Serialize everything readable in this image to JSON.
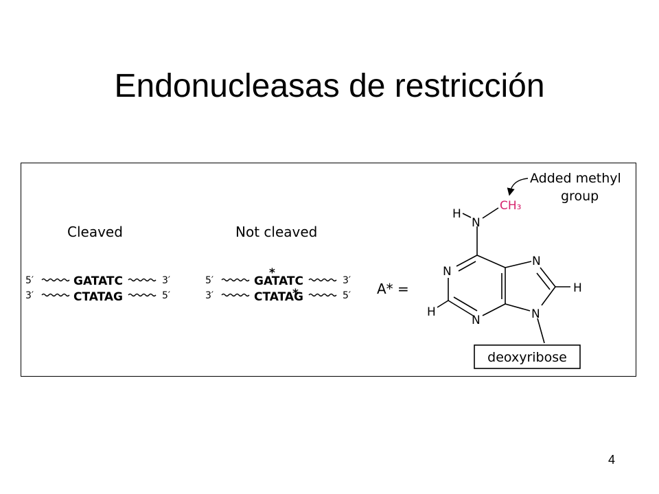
{
  "slide": {
    "title": "Endonucleasas de restricción",
    "page_number": "4"
  },
  "figure": {
    "cleaved": {
      "heading": "Cleaved",
      "top_left_end": "5′",
      "top_sequence": "GATATC",
      "top_right_end": "3′",
      "bottom_left_end": "3′",
      "bottom_sequence": "CTATAG",
      "bottom_right_end": "5′"
    },
    "not_cleaved": {
      "heading": "Not cleaved",
      "top_left_end": "5′",
      "top_sequence": "GATATC",
      "top_right_end": "3′",
      "bottom_left_end": "3′",
      "bottom_sequence": "CTATAG",
      "bottom_right_end": "5′",
      "methyl_mark": "*"
    },
    "molecule": {
      "label": "A* =",
      "annotation_line1": "Added methyl",
      "annotation_line2": "group",
      "methyl_group": "CH₃",
      "methyl_color": "#d6246e",
      "atom_N": "N",
      "atom_H": "H",
      "sugar": "deoxyribose"
    }
  }
}
